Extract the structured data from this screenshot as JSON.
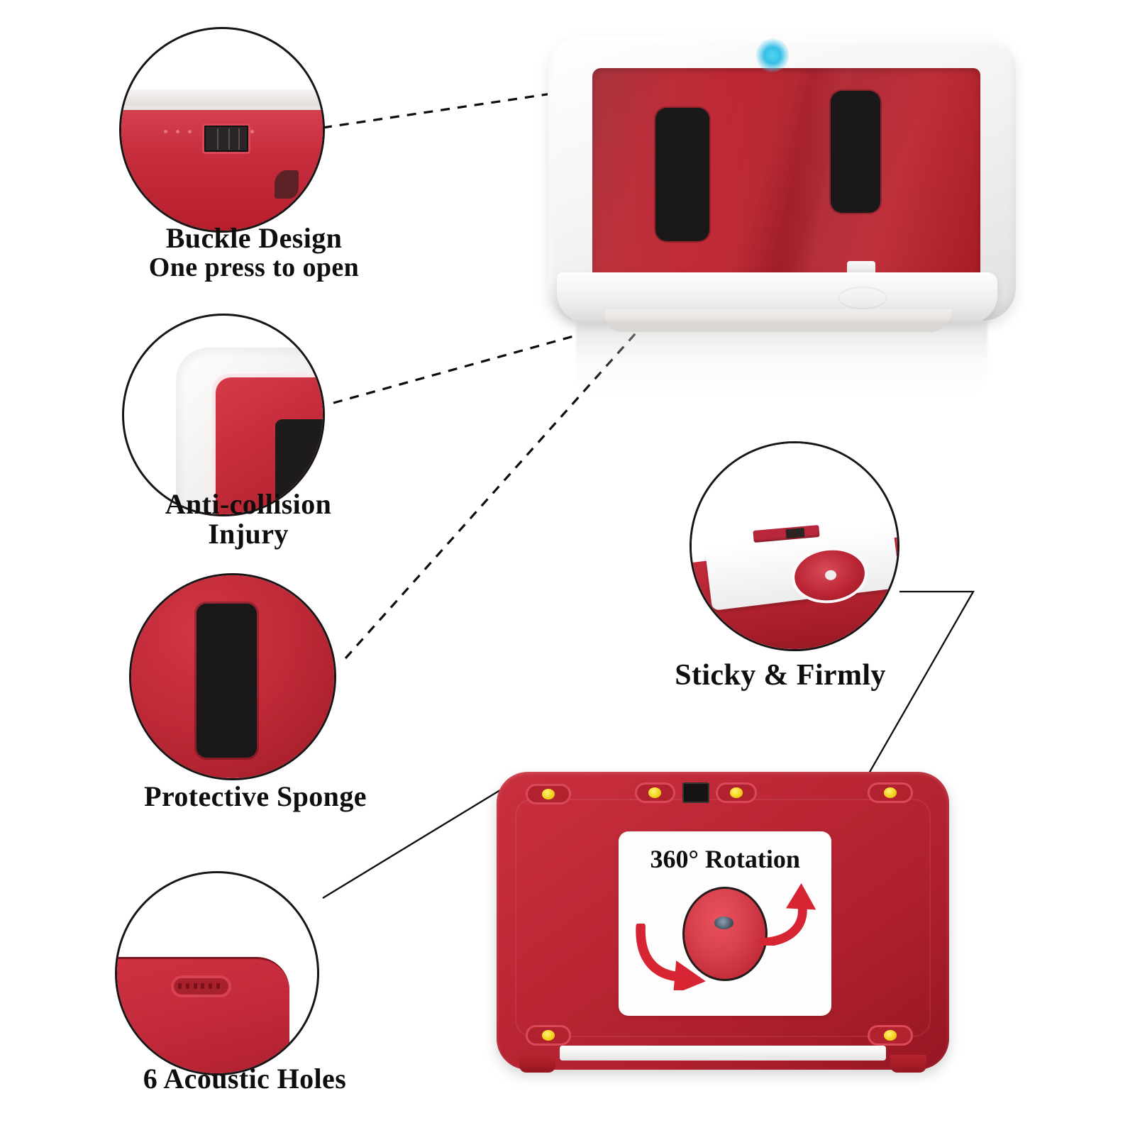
{
  "image": {
    "type": "product-feature-infographic",
    "background_color": "#ffffff",
    "subject": "Wall-mounted waterproof phone holder box",
    "palette": {
      "product_red": "#c02a39",
      "product_red_dark": "#a01b26",
      "product_white": "#f4f3f1",
      "sponge_black": "#1a1818",
      "screw_yellow": "#f6d92a",
      "indicator_blue": "#3ec3e8",
      "text_black": "#100d0d",
      "connector_line": "#0d0b0b"
    }
  },
  "callouts": [
    {
      "id": "buckle-design",
      "label_line1": "Buckle Design",
      "label_line2": "One press to open",
      "connector": "dashed",
      "detail": "red top edge with black press-latch buckle"
    },
    {
      "id": "anti-collision",
      "label_line1": "Anti-collision",
      "label_line2": "Injury",
      "connector": "dashed",
      "detail": "rounded white corner bumper over red inner panel"
    },
    {
      "id": "protective-sponge",
      "label_line1": "Protective Sponge",
      "label_line2": "",
      "connector": "dashed",
      "detail": "black foam sponge pad on red interior"
    },
    {
      "id": "acoustic-holes",
      "label_line1": "6 Acoustic Holes",
      "label_line2": "",
      "connector": "solid",
      "detail": "oval recess with six speaker holes on red corner"
    },
    {
      "id": "sticky-firmly",
      "label_line1": "Sticky & Firmly",
      "label_line2": "",
      "connector": "solid",
      "detail": "adhesive mounting pad with red rotation disc"
    }
  ],
  "back_view": {
    "rotation_label": "360° Rotation",
    "screw_count": 6,
    "screw_color": "#f6d92a",
    "has_black_port": true,
    "arrow_color": "#d62432"
  },
  "main_view": {
    "sponge_pad_count": 2,
    "indicator_light_color": "#3ec3e8",
    "frame_color": "#f4f3f1",
    "panel_color": "#b8232f"
  }
}
